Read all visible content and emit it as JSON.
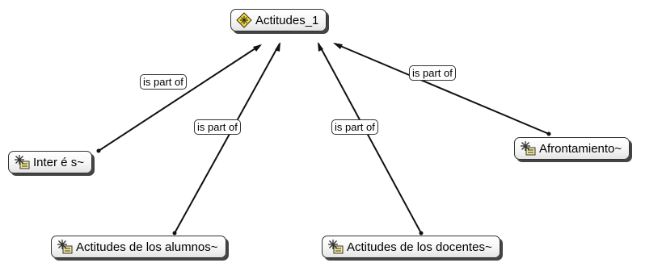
{
  "nodes": {
    "root": {
      "label": "Actitudes_1",
      "icon": "code-family-icon-highlighted"
    },
    "interes": {
      "label": "Inter é s~",
      "icon": "code-family-icon"
    },
    "alumnos": {
      "label": "Actitudes de los alumnos~",
      "icon": "code-family-icon"
    },
    "docentes": {
      "label": "Actitudes de los docentes~",
      "icon": "code-family-icon"
    },
    "afrontamiento": {
      "label": "Afrontamiento~",
      "icon": "code-family-icon"
    }
  },
  "edges": {
    "interes": {
      "label": "is part of"
    },
    "alumnos": {
      "label": "is part of"
    },
    "docentes": {
      "label": "is part of"
    },
    "afrontamiento": {
      "label": "is part of"
    }
  },
  "colors": {
    "line": "#111111",
    "node_border": "#333333",
    "icon_fill": "#f3e89a",
    "icon_highlight": "#f2dc2a"
  }
}
